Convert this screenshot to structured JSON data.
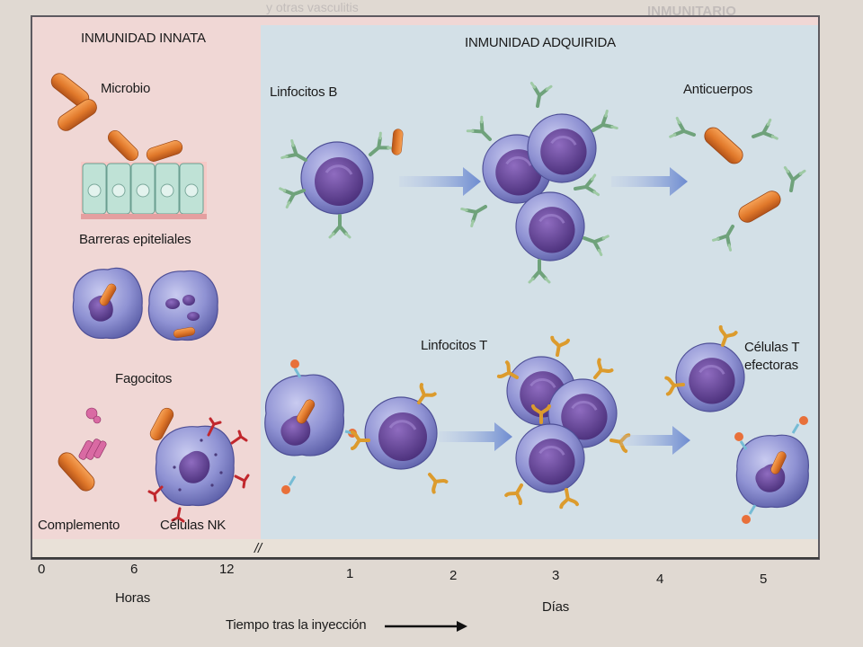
{
  "colors": {
    "innate_panel": "#f1d9d7",
    "adaptive_panel": "#d2dfe6",
    "cell_body": "#8c8fd0",
    "nucleus": "#5a3d8e",
    "microbe": "#e0782a",
    "receptor_b": "#7fae86",
    "receptor_t": "#e1a43a",
    "arrow": "#7f9ad0",
    "epithelium": "#bfe2d6"
  },
  "innate": {
    "header": "INMUNIDAD INNATA",
    "microbe_label": "Microbio",
    "epithelial_label": "Barreras epiteliales",
    "phagocytes_label": "Fagocitos",
    "complement_label": "Complemento",
    "nk_label": "Células NK"
  },
  "adaptive": {
    "header": "INMUNIDAD ADQUIRIDA",
    "b_cells_label": "Linfocitos B",
    "antibodies_label": "Anticuerpos",
    "t_cells_label": "Linfocitos T",
    "effector_t_label_line1": "Células T",
    "effector_t_label_line2": "efectoras"
  },
  "time_axis": {
    "hours_ticks": [
      "0",
      "6",
      "12"
    ],
    "break_mark": "//",
    "days_ticks": [
      "1",
      "2",
      "3",
      "4",
      "5"
    ],
    "hours_label": "Horas",
    "days_label": "Días",
    "caption": "Tiempo tras la inyección"
  },
  "icons": [
    "microbe-icon",
    "epithelial-cell-icon",
    "phagocyte-icon",
    "complement-icon",
    "nk-cell-icon",
    "b-lymphocyte-icon",
    "antibody-icon",
    "t-lymphocyte-icon",
    "progression-arrow-icon"
  ]
}
